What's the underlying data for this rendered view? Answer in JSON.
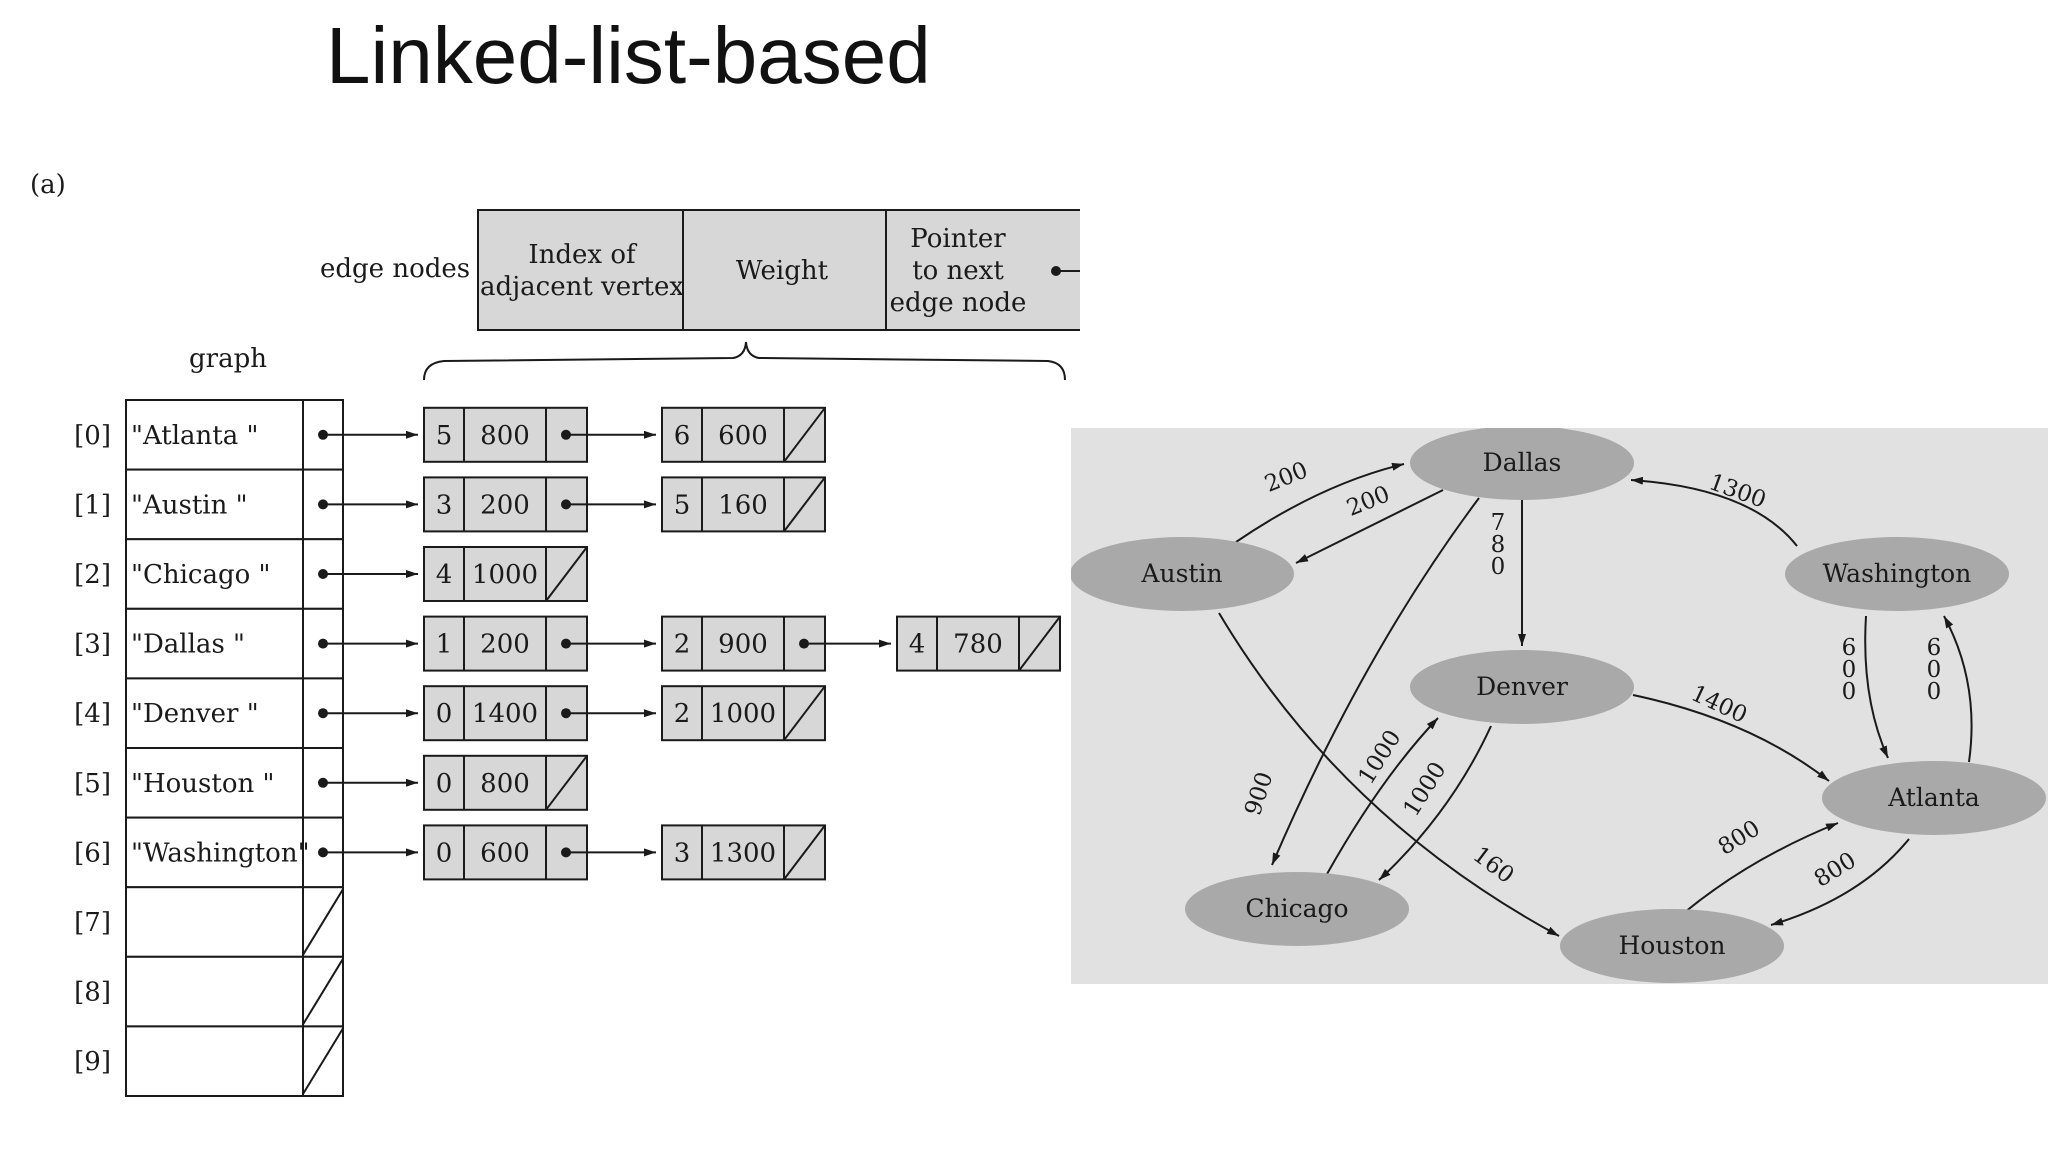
{
  "title": "Linked-list-based",
  "panel_label": "(a)",
  "edge_node_legend": {
    "caption": "edge nodes",
    "fields": [
      [
        "Index of",
        "adjacent vertex"
      ],
      [
        "Weight"
      ],
      [
        "Pointer",
        "to next",
        "edge node"
      ]
    ]
  },
  "graph_label": "graph",
  "vertices": [
    {
      "index": "[0]",
      "name": "\"Atlanta      \"",
      "edges": [
        [
          "5",
          "800"
        ],
        [
          "6",
          "600"
        ]
      ]
    },
    {
      "index": "[1]",
      "name": "\"Austin        \"",
      "edges": [
        [
          "3",
          "200"
        ],
        [
          "5",
          "160"
        ]
      ]
    },
    {
      "index": "[2]",
      "name": "\"Chicago      \"",
      "edges": [
        [
          "4",
          "1000"
        ]
      ]
    },
    {
      "index": "[3]",
      "name": "\"Dallas        \"",
      "edges": [
        [
          "1",
          "200"
        ],
        [
          "2",
          "900"
        ],
        [
          "4",
          "780"
        ]
      ]
    },
    {
      "index": "[4]",
      "name": "\"Denver       \"",
      "edges": [
        [
          "0",
          "1400"
        ],
        [
          "2",
          "1000"
        ]
      ]
    },
    {
      "index": "[5]",
      "name": "\"Houston     \"",
      "edges": [
        [
          "0",
          "800"
        ]
      ]
    },
    {
      "index": "[6]",
      "name": "\"Washington\"",
      "edges": [
        [
          "0",
          "600"
        ],
        [
          "3",
          "1300"
        ]
      ]
    },
    {
      "index": "[7]",
      "name": "",
      "edges": []
    },
    {
      "index": "[8]",
      "name": "",
      "edges": []
    },
    {
      "index": "[9]",
      "name": "",
      "edges": []
    }
  ],
  "graph_view": {
    "background": "#e1e1e1",
    "node_fill": "#a9a9a9",
    "nodes": [
      "Dallas",
      "Austin",
      "Washington",
      "Denver",
      "Atlanta",
      "Chicago",
      "Houston"
    ],
    "edges": [
      {
        "from": "Austin",
        "to": "Dallas",
        "weight": "200"
      },
      {
        "from": "Dallas",
        "to": "Austin",
        "weight": "200"
      },
      {
        "from": "Dallas",
        "to": "Denver",
        "weight": "780"
      },
      {
        "from": "Dallas",
        "to": "Chicago",
        "weight": "900"
      },
      {
        "from": "Washington",
        "to": "Dallas",
        "weight": "1300"
      },
      {
        "from": "Washington",
        "to": "Atlanta",
        "weight": "600"
      },
      {
        "from": "Atlanta",
        "to": "Washington",
        "weight": "600"
      },
      {
        "from": "Denver",
        "to": "Atlanta",
        "weight": "1400"
      },
      {
        "from": "Chicago",
        "to": "Denver",
        "weight": "1000"
      },
      {
        "from": "Denver",
        "to": "Chicago",
        "weight": "1000"
      },
      {
        "from": "Austin",
        "to": "Houston",
        "weight": "160"
      },
      {
        "from": "Houston",
        "to": "Atlanta",
        "weight": "800"
      },
      {
        "from": "Atlanta",
        "to": "Houston",
        "weight": "800"
      }
    ]
  }
}
